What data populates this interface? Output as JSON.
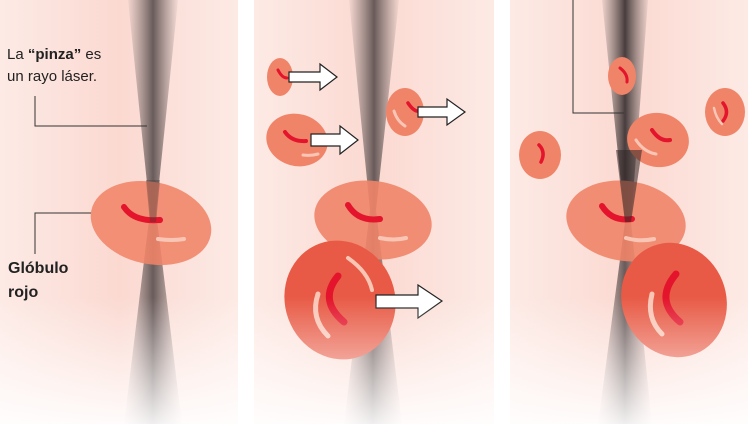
{
  "labels": {
    "laser_prefix": "La ",
    "laser_bold": "“pinza”",
    "laser_suffix": " es",
    "laser_line2": "un rayo láser.",
    "cell_line1": "Glóbulo",
    "cell_line2": "rojo"
  },
  "colors": {
    "panel_bg": "#fbe3dd",
    "cell_fill": "#f08468",
    "cell_dark": "#e85a45",
    "center_mark": "#e3142b",
    "highlight": "#f9c6b6",
    "beam": "#5a5050",
    "leader_line": "#333333"
  },
  "icons": [
    "arrow-right-icon"
  ]
}
